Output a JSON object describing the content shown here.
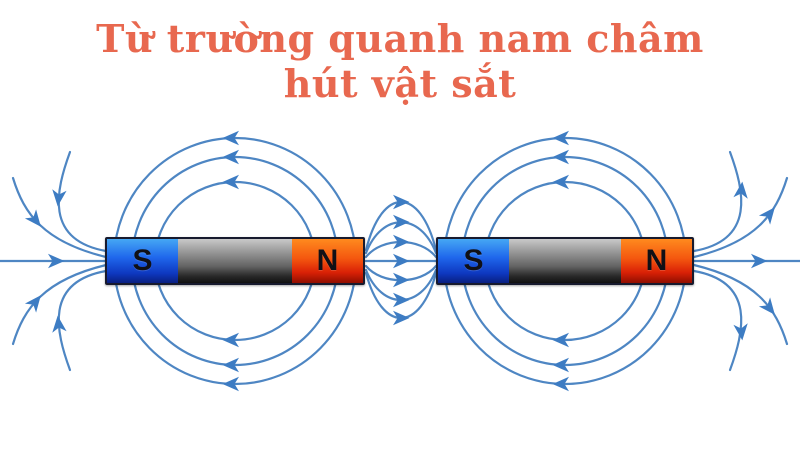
{
  "title": {
    "line1": "Từ trường quanh nam châm",
    "line2": "hút vật sắt",
    "color": "#E8684F"
  },
  "colors": {
    "background": "#FFFFFF",
    "field_line": "#4E86C3",
    "arrowhead": "#3D7CC3",
    "south_pole_blue": "#1F67EC",
    "north_pole_red": "#F4560F",
    "magnet_body_gray": "#7A7A7A",
    "pole_letter": "#101016"
  },
  "magnets": [
    {
      "id": "left-magnet",
      "south_label": "S",
      "north_label": "N"
    },
    {
      "id": "right-magnet",
      "south_label": "S",
      "north_label": "N"
    }
  ],
  "field_lines": {
    "closed_loops_per_magnet": 6,
    "gap_lines_between_magnets": 7,
    "lines_into_left_south_pole": 5,
    "lines_out_of_right_north_pole": 5,
    "arrow_count": 29
  }
}
